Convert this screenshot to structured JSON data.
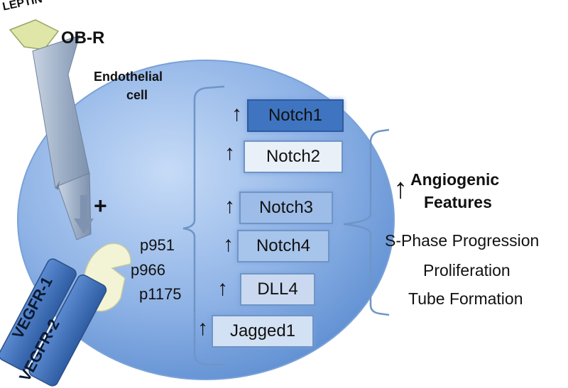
{
  "ligand": {
    "label": "LEPTIN"
  },
  "receptor": {
    "label": "OB-R"
  },
  "cell": {
    "label_line1": "Endothelial",
    "label_line2": "cell"
  },
  "plus_sign": "+",
  "phospho_sites": [
    "p951",
    "p966",
    "p1175"
  ],
  "vegfr": {
    "label1": "VEGFR-1",
    "label2": "VEGFR-2"
  },
  "up_arrow": "↑",
  "notch_targets": [
    "Notch1",
    "Notch2",
    "Notch3",
    "Notch4",
    "DLL4",
    "Jagged1"
  ],
  "angiogenic": {
    "line1": "Angiogenic",
    "line2": "Features"
  },
  "outcomes": [
    "S-Phase Progression",
    "Proliferation",
    "Tube Formation"
  ],
  "colors": {
    "cell": "#8fb3e6",
    "notch1_fill": "#3f74c0",
    "box_border": "#6f95c6",
    "receptor": "#a9b8cc",
    "leptin": "#dfe6a8",
    "vegfr": "#3f6fb5"
  }
}
